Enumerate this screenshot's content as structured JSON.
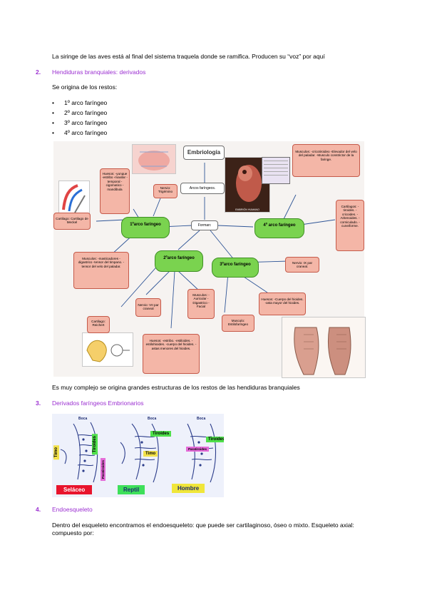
{
  "intro_line": "La siringe de las aves está al final del sistema traquela donde se ramifica. Producen su “voz” por aquí",
  "section2": {
    "number": "2.",
    "title": "Hendiduras branquiales: derivados",
    "intro": "Se origina de los restos:",
    "bullets": [
      "1º arco faríngeo",
      "2º arco faríngeo",
      "3º arco faríngeo",
      "4º arco faríngeo"
    ],
    "caption": "Es muy complejo se origina grandes estructuras de los restos de las hendiduras branquiales"
  },
  "mindmap": {
    "title": "Embriología",
    "arcos": "Arcos faríngeos.",
    "forman": "Forman:",
    "arco1": "1ºarco faríngeo",
    "arco2": "2ºarco faríngeo",
    "arco3": "3ºarco faríngeo",
    "arco4": "4º arco faríngeo",
    "huesos1": "Huesos: -yunque -estribo -maxilar -temporal -cigomatico -mandibula",
    "nervio1": "Nervio: Trigémino",
    "cartilago1": "Cartilago: Cartilago de Meckel",
    "musculos1": "Musculos: -masticadores -digastrico -tensor del timpano. -tensor del velo del paladar.",
    "nervio2": "Nervio: VII par craneal",
    "musculos2": "Musculos: -Auricular -Digastrico -Facial",
    "cartilago2": "Cartilago: Reichert",
    "huesos2": "Huesos: -estribo. -estiloides. -estilohioides. -cuerpo del hioides. -astas menores del hioides.",
    "nervio3": "Nervio: IX par craneal.",
    "huesos3": "Huesos: -Cuerpo del hioides. -asta mayor del hioides.",
    "musculo3": "Musculo: Estilofaríngeo",
    "musculos4": "Musculos: -cricotiroideo -Elevador del velo del paladar. -Musculo constrictor de la faringe.",
    "cartilagos4": "Cartilagos: - tiroides. -cricoides. -Aritenoides. -corniculado. -cuneiforme.",
    "embryo_caption": "EMBRIÓN HUMANO"
  },
  "section3": {
    "number": "3.",
    "title": "Derivados faríngeos Embrionarios",
    "labels": {
      "boca1": "Boca",
      "boca2": "Boca",
      "boca3": "Boca",
      "timo1": "Timo",
      "tiroides1": "Tiroides",
      "paratiroides1": "Paratiroides",
      "tiroides2": "Tiroides",
      "timo2": "Timo",
      "paratiroides2": "Paratiroides",
      "selaceo": "Seláceo",
      "reptil": "Reptil",
      "hombre": "Hombre"
    },
    "colors": {
      "selaceo": "#e8142c",
      "reptil": "#3ee05a",
      "hombre": "#f0e63a",
      "tiroides": "#4fe04a",
      "timo": "#f2e14b",
      "paratiroides": "#e46bd8"
    }
  },
  "section4": {
    "number": "4.",
    "title": "Endoesqueleto",
    "body1": "Dentro del esqueleto encontramos el endoesqueleto: que puede ser cartilaginoso, óseo o mixto. Esqueleto axial:",
    "body2": "compuesto por:"
  }
}
